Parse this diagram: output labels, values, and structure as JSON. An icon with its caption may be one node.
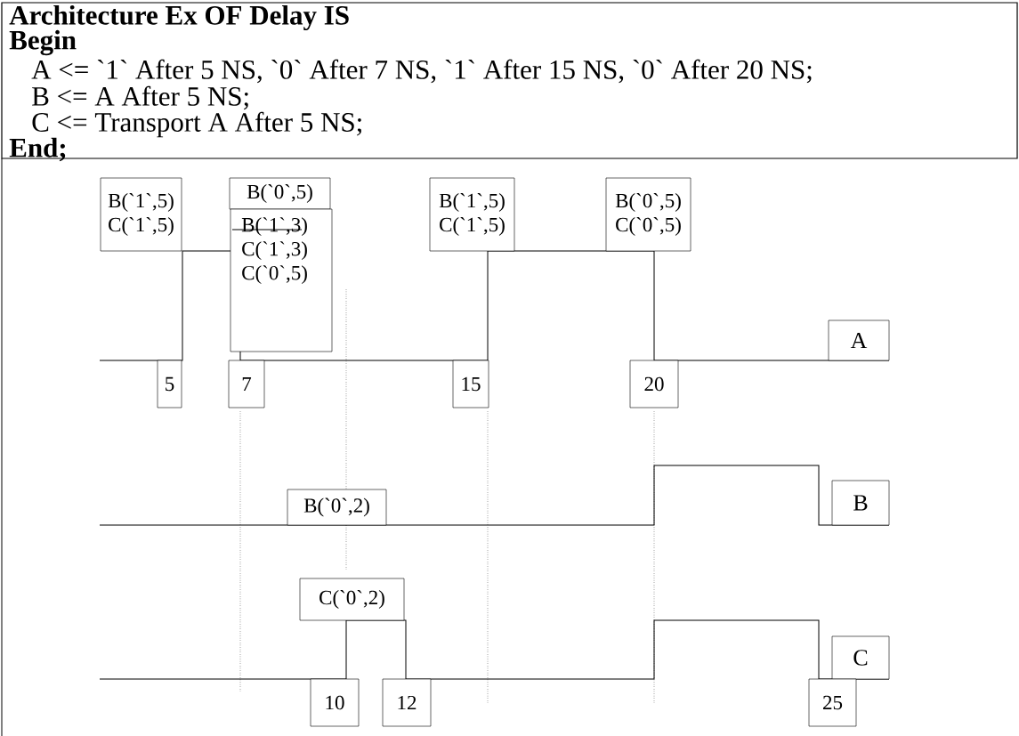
{
  "diagram": {
    "nodes": [
      {
        "text": [
          "B(`1`,5)",
          "C(`1`,5)"
        ]
      },
      {
        "text": [
          "B(`0`,5)"
        ]
      },
      {
        "text": [
          "B(`1`,3)",
          "C(`1`,3)",
          "C(`0`,5)"
        ]
      },
      {
        "text": [
          "B(`1`,5)",
          "C(`1`,5)"
        ]
      },
      {
        "text": [
          "B(`0`,5)",
          "C(`0`,5)"
        ]
      },
      {
        "text": [
          "A"
        ]
      },
      {
        "text": [
          "5"
        ]
      },
      {
        "text": [
          "7"
        ]
      },
      {
        "text": [
          "15"
        ]
      },
      {
        "text": [
          "20"
        ]
      },
      {
        "text": [
          "B(`0`,2)"
        ]
      },
      {
        "text": [
          "B"
        ]
      },
      {
        "text": [
          "C(`0`,2)"
        ]
      },
      {
        "text": [
          "C"
        ]
      },
      {
        "text": [
          "10"
        ]
      },
      {
        "text": [
          "12"
        ]
      },
      {
        "text": [
          "25"
        ]
      }
    ],
    "labels": [
      "Architecture Ex OF Delay IS",
      "Begin",
      "A <= `1` After 5 NS, `0` After 7 NS, `1` After 15 NS, `0` After 20 NS;",
      "B <= A After 5 NS;",
      "C <= Transport A After 5 NS;",
      "End;"
    ]
  }
}
